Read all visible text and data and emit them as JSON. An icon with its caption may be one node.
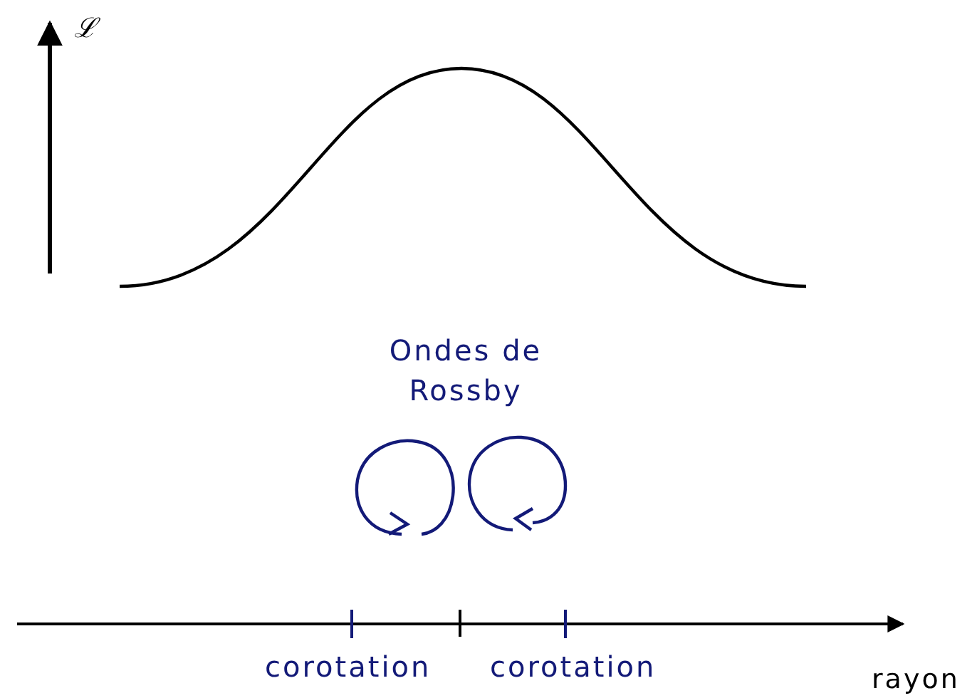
{
  "diagram": {
    "labels": [
      "ℒ",
      "Ondes de Rossby",
      "corotation",
      "corotation",
      "rayon"
    ]
  }
}
